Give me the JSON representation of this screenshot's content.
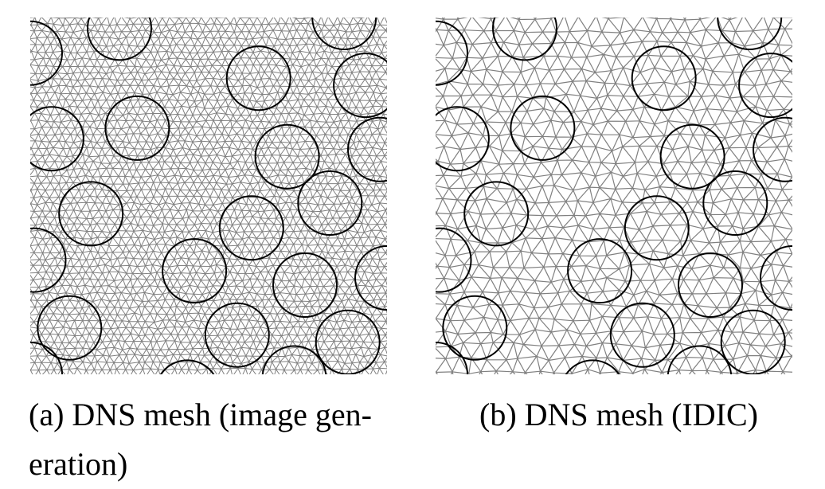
{
  "figures": [
    {
      "id": "a",
      "caption_line1": "(a) DNS mesh (image gen-",
      "caption_line2": "eration)",
      "mesh_density": "fine"
    },
    {
      "id": "b",
      "caption_line1": "(b) DNS mesh (IDIC)",
      "mesh_density": "coarse"
    }
  ],
  "colors": {
    "mesh": "#808080",
    "inclusion": "#000000",
    "background": "#ffffff"
  },
  "inclusions": [
    [
      0.0,
      0.1
    ],
    [
      0.25,
      0.03
    ],
    [
      0.88,
      0.0
    ],
    [
      0.64,
      0.17
    ],
    [
      0.94,
      0.19
    ],
    [
      0.06,
      0.34
    ],
    [
      0.3,
      0.31
    ],
    [
      0.72,
      0.39
    ],
    [
      0.98,
      0.37
    ],
    [
      0.17,
      0.55
    ],
    [
      0.62,
      0.59
    ],
    [
      0.84,
      0.52
    ],
    [
      0.01,
      0.68
    ],
    [
      0.46,
      0.71
    ],
    [
      0.77,
      0.75
    ],
    [
      1.0,
      0.73
    ],
    [
      0.11,
      0.87
    ],
    [
      0.58,
      0.89
    ],
    [
      0.89,
      0.91
    ],
    [
      0.0,
      1.0
    ],
    [
      0.44,
      1.05
    ],
    [
      0.74,
      1.01
    ]
  ]
}
